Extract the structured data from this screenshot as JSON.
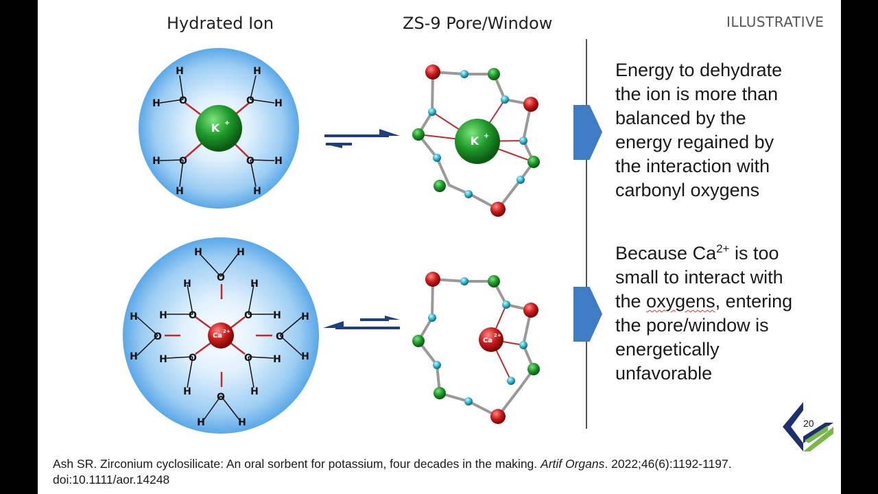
{
  "headers": {
    "hydrated_ion": "Hydrated Ion",
    "pore_window": "ZS-9 Pore/Window",
    "illustrative": "ILLUSTRATIVE"
  },
  "ions": {
    "potassium": "K",
    "potassium_charge": "+",
    "calcium": "Ca",
    "calcium_charge": "2+"
  },
  "atoms": {
    "hydrogen": "H",
    "oxygen": "O"
  },
  "text_potassium": [
    "Energy to dehydrate",
    "the ion is more than",
    "balanced by the",
    "energy regained by",
    "the interaction with",
    "carbonyl oxygens"
  ],
  "text_calcium": {
    "line1_prefix": "Because Ca",
    "line1_sup": "2+",
    "line1_suffix": " is too",
    "line2": "small to interact with",
    "line3_prefix": "the ",
    "line3_underlined": "oxygens",
    "line3_suffix": ", entering",
    "line4": "the pore/window is",
    "line5": "energetically",
    "line6": "unfavorable"
  },
  "citation": {
    "text": "Ash SR. Zirconium cyclosilicate: An oral sorbent for potassium, four decades in the making. ",
    "journal": "Artif Organs",
    "details": ". 2022;46(6):1192-1197.",
    "doi": "doi:10.1111/aor.14248"
  },
  "page_number": "20",
  "colors": {
    "halo_blue": "#5aa8e8",
    "arrow_navy": "#1f3f7a",
    "chevron_blue": "#3f7cc4",
    "bond_red": "#c0282c",
    "potassium_green": "#1e9a2a",
    "calcium_red": "#cc1a1a",
    "silicon_cyan": "#2ab5c8",
    "logo_green": "#7ab648",
    "logo_navy": "#1e2f6e"
  }
}
